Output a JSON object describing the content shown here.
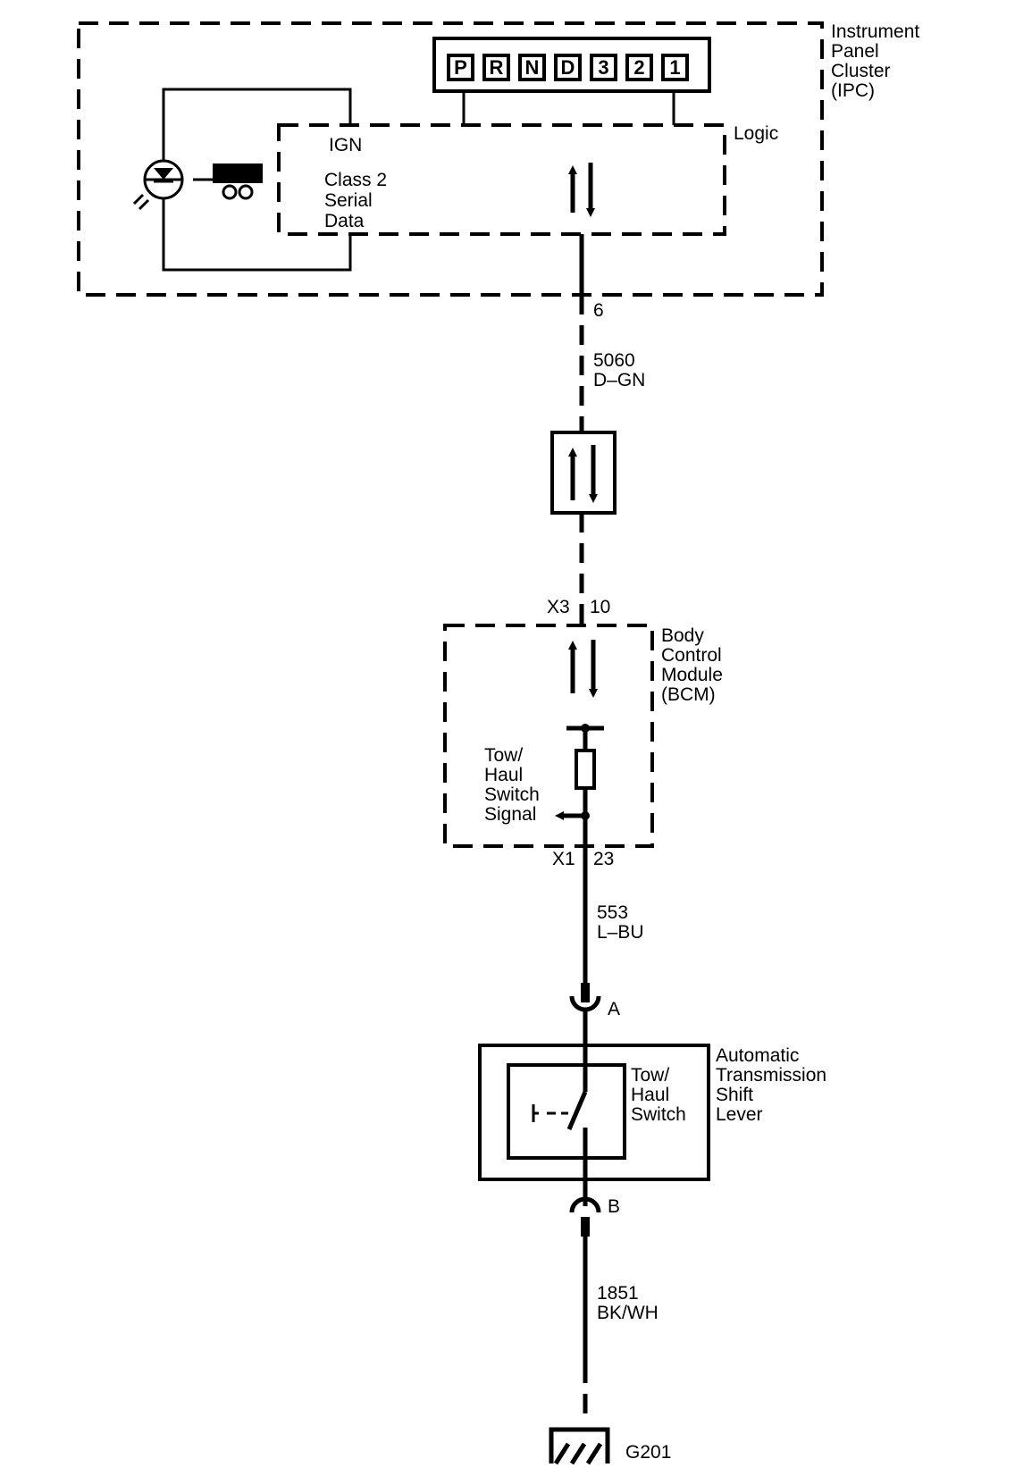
{
  "ipc": {
    "label": [
      "Instrument",
      "Panel",
      "Cluster",
      "(IPC)"
    ],
    "logic_label": "Logic",
    "ign_label": "IGN",
    "class2_label": [
      "Class 2",
      "Serial",
      "Data"
    ],
    "prnd_letters": [
      "P",
      "R",
      "N",
      "D",
      "3",
      "2",
      "1"
    ],
    "indicator_icon": "tow-haul-trailer-indicator"
  },
  "wire_5060": {
    "pin": "6",
    "circuit": "5060",
    "color": "D–GN"
  },
  "class2_symbol_icon": "bidirectional-data-arrows",
  "bcm": {
    "connector_x3": "X3",
    "pin_x3": "10",
    "label": [
      "Body",
      "Control",
      "Module",
      "(BCM)"
    ],
    "signal_label": [
      "Tow/",
      "Haul",
      "Switch",
      "Signal"
    ],
    "connector_x1": "X1",
    "pin_x1": "23"
  },
  "wire_553": {
    "circuit": "553",
    "color": "L–BU"
  },
  "shift_lever": {
    "pin_a": "A",
    "switch_label": [
      "Tow/",
      "Haul",
      "Switch"
    ],
    "label": [
      "Automatic",
      "Transmission",
      "Shift",
      "Lever"
    ],
    "pin_b": "B"
  },
  "wire_1851": {
    "circuit": "1851",
    "color": "BK/WH"
  },
  "ground": {
    "label": "G201"
  }
}
